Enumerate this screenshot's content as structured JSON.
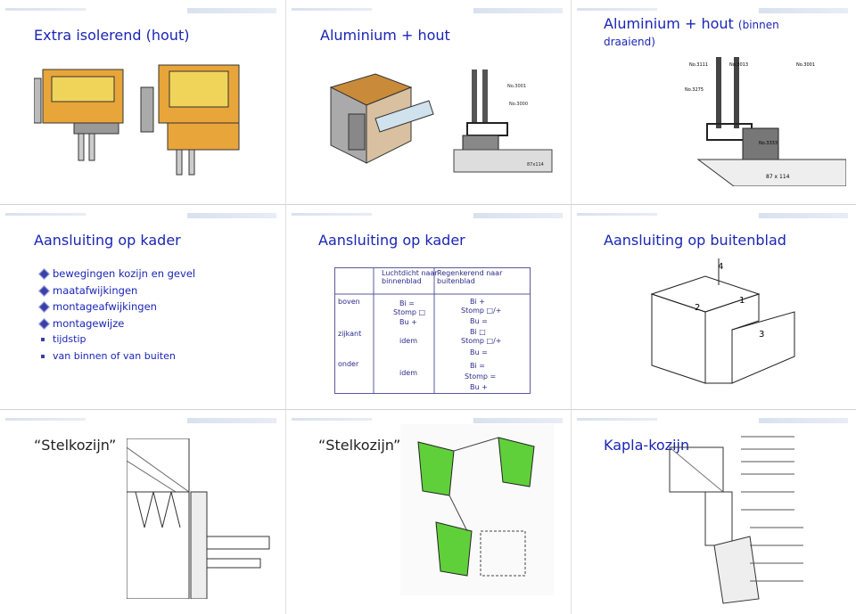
{
  "slides": {
    "s1": {
      "title": "Extra isolerend (hout)"
    },
    "s2": {
      "title": "Aluminium + hout"
    },
    "s3": {
      "title": "Aluminium + hout",
      "title_small": "(binnen",
      "title_line2": "draaiend)",
      "labels": {
        "a": "No.3111",
        "b": "No.3013",
        "c": "No.3001",
        "d": "No.3275",
        "e": "No.3333",
        "f": "87 x 114"
      }
    },
    "s4": {
      "title": "Aansluiting op kader",
      "bullets": [
        "bewegingen kozijn en gevel",
        "maatafwijkingen",
        "montageafwijkingen",
        "montagewijze"
      ],
      "subbullets": [
        "tijdstip",
        "van binnen of van buiten"
      ]
    },
    "s5": {
      "title": "Aansluiting op kader",
      "table": {
        "h1": "Luchtdicht naar",
        "h1b": "binnenblad",
        "h2": "Regenkerend naar",
        "h2b": "buitenblad",
        "r1": "boven",
        "r2": "zijkant",
        "r3": "onder",
        "c11": "Bi  =",
        "c12": "Stomp □",
        "c13": "Bu  +",
        "c21": "Bi  +",
        "c22": "Stomp □/+",
        "c23": "Bu  =",
        "c31": "idem",
        "c32": "Bi  □",
        "c33": "Stomp □/+",
        "c34": "Bu  =",
        "c41": "idem",
        "c42": "Bi  =",
        "c43": "Stomp  =",
        "c44": "Bu  +"
      }
    },
    "s6": {
      "title": "Aansluiting op buitenblad",
      "nums": [
        "4",
        "1",
        "2",
        "3"
      ]
    },
    "s7": {
      "title": "“Stelkozijn”"
    },
    "s8": {
      "title": "“Stelkozijn”"
    },
    "s9": {
      "title": "Kapla-kozijn"
    }
  },
  "colors": {
    "title": "#1a25b5",
    "wood": "#e8a53a",
    "insulation": "#f0d45a",
    "green": "#5fd03a"
  }
}
